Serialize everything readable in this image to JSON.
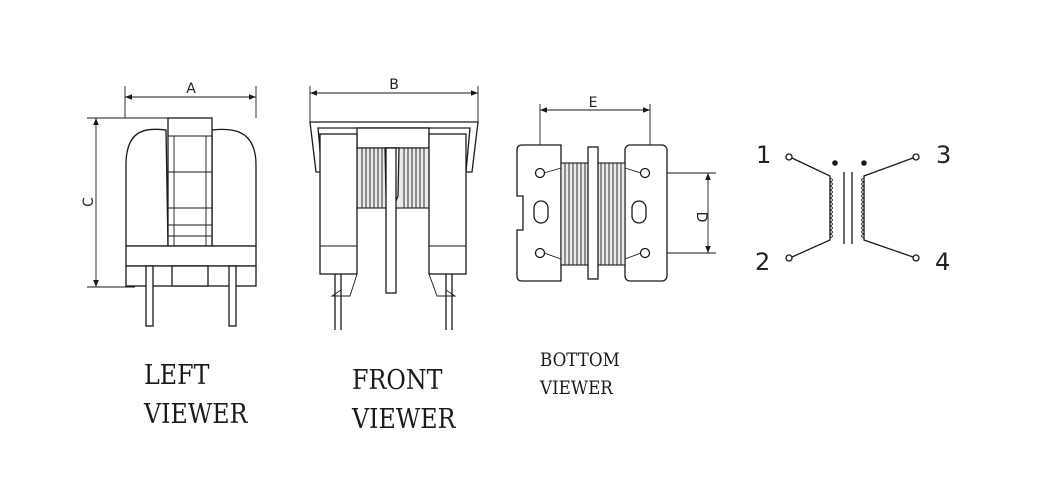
{
  "views": {
    "left": {
      "caption_line1": "LEFT",
      "caption_line2": "VIEWER",
      "dimension_width": "A",
      "dimension_height": "C"
    },
    "front": {
      "caption_line1": "FRONT",
      "caption_line2": "VIEWER",
      "dimension_width": "B"
    },
    "bottom": {
      "caption_line1": "BOTTOM",
      "caption_line2": "VIEWER",
      "dimension_width": "E",
      "dimension_height": "D"
    }
  },
  "schematic": {
    "pins": {
      "p1": "1",
      "p2": "2",
      "p3": "3",
      "p4": "4"
    }
  },
  "colors": {
    "line": "#1a1a1a",
    "background": "#ffffff",
    "fill_gray": "#eaeaea"
  }
}
